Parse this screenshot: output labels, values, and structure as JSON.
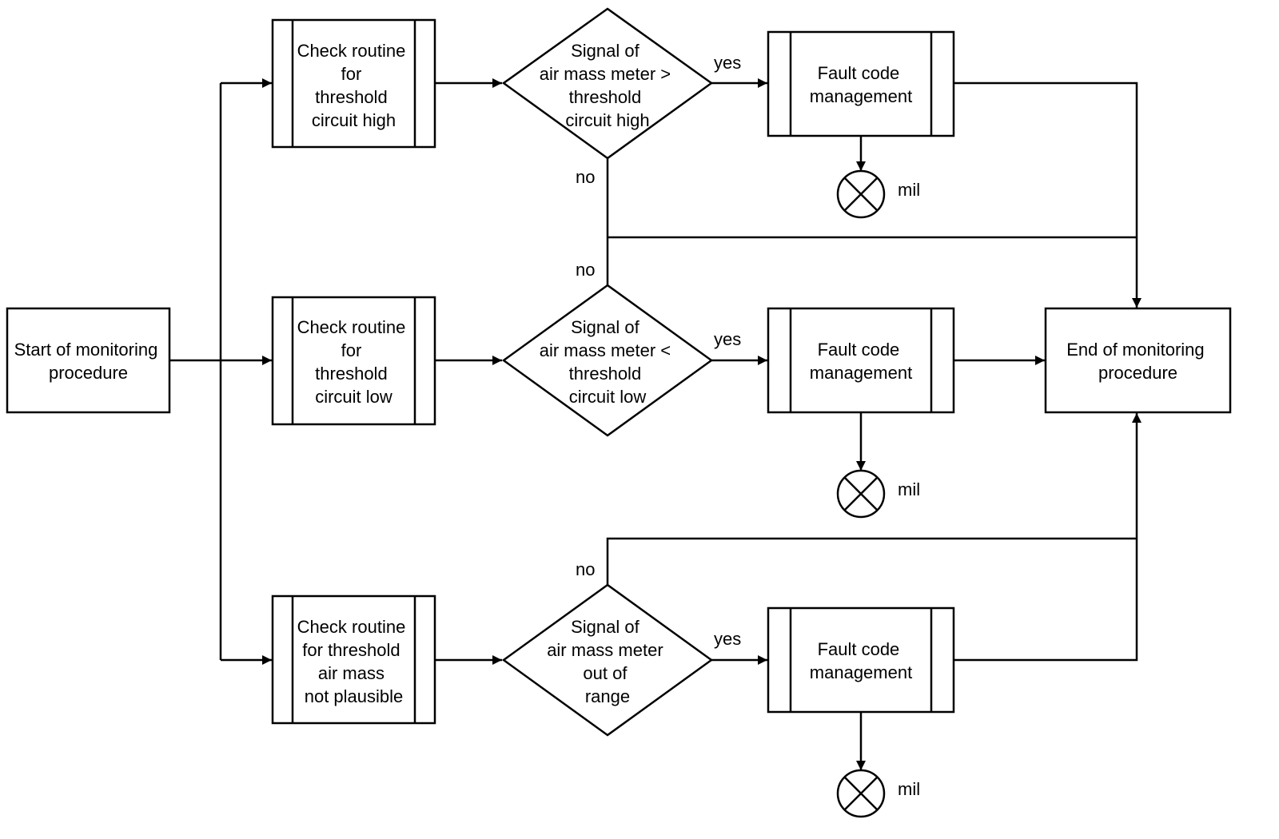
{
  "nodes": {
    "start": [
      "Start of monitoring",
      "procedure"
    ],
    "end": [
      "End of monitoring",
      "procedure"
    ],
    "check_high": [
      "Check routine",
      "for",
      "threshold",
      "circuit high"
    ],
    "check_low": [
      "Check routine",
      "for",
      "threshold",
      "circuit low"
    ],
    "check_plaus": [
      "Check routine",
      "for threshold",
      "air mass",
      "not plausible"
    ],
    "dec_high": [
      "Signal of",
      "air mass meter >",
      "threshold",
      "circuit high"
    ],
    "dec_low": [
      "Signal of",
      "air mass meter <",
      "threshold",
      "circuit low"
    ],
    "dec_range": [
      "Signal of",
      "air mass meter",
      "out of",
      "range"
    ],
    "fault_1": [
      "Fault code",
      "management"
    ],
    "fault_2": [
      "Fault code",
      "management"
    ],
    "fault_3": [
      "Fault code",
      "management"
    ]
  },
  "edge_labels": {
    "yes_1": "yes",
    "yes_2": "yes",
    "yes_3": "yes",
    "no_1": "no",
    "no_2": "no",
    "no_3": "no"
  },
  "mil_labels": [
    "mil",
    "mil",
    "mil"
  ]
}
